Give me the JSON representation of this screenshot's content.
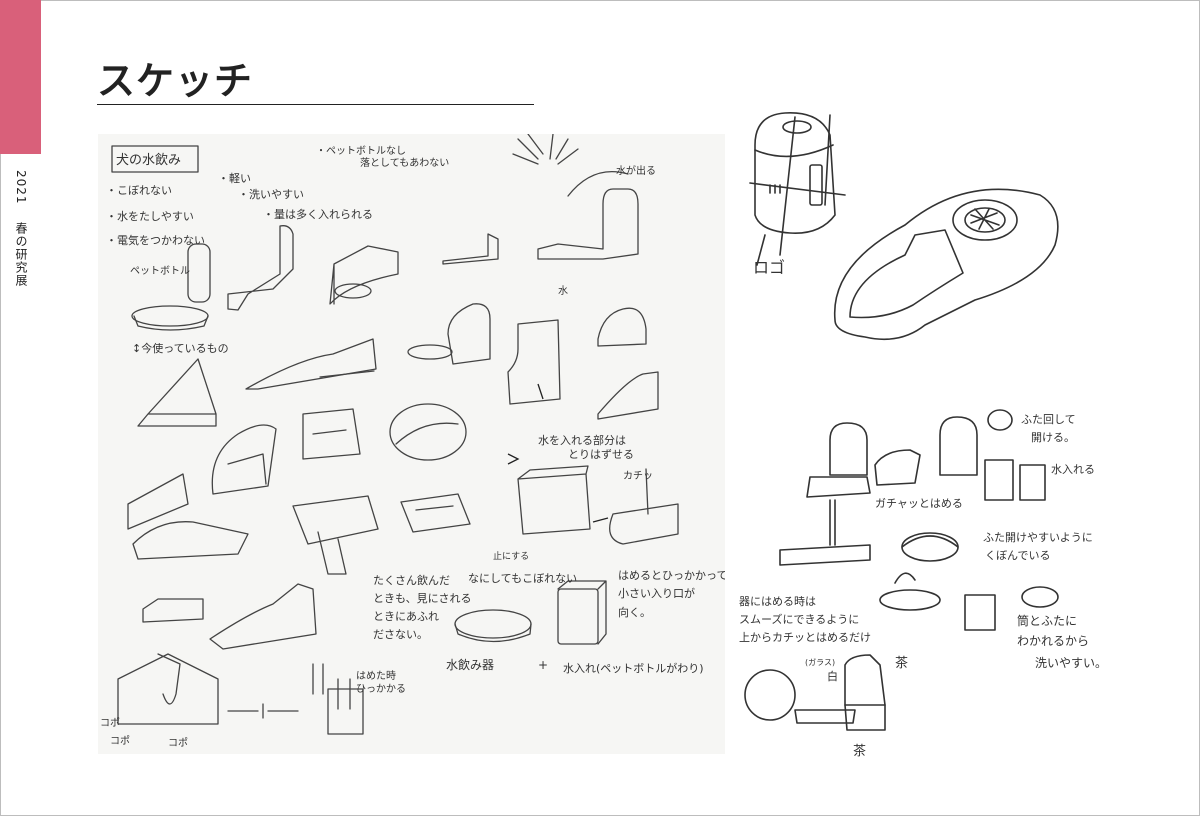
{
  "page": {
    "title": "スケッチ",
    "side_caption": {
      "year": "2021",
      "event": "春の研究展"
    },
    "accent_color": "#d9607a"
  },
  "notes_left": {
    "boxed_heading": "犬の水飲み",
    "requirements": [
      "・こぼれない",
      "・軽い",
      "・洗いやすい",
      "・水をたしやすい",
      "・電気をつかわない",
      "・量は多く入れられる"
    ],
    "top_note_1": "・ペットボトルなし",
    "top_note_2": "落としてもあわない",
    "water_out": "水が出る",
    "water_label": "水",
    "pet_bottle": "ペットボトル",
    "current_use": "↕今使っているもの",
    "water_part_1": "水を入れる部分は",
    "water_part_2": "とりはずせる",
    "click": "カチッ",
    "stopper": "止にする",
    "much_drink_1": "たくさん飲んだ",
    "much_drink_2": "ときも、見にされる",
    "much_drink_3": "ときにあふれ",
    "much_drink_4": "ださない。",
    "no_spill": "なにしてもこぼれない",
    "fit_1": "はめるとひっかかって",
    "fit_2": "小さい入り口が",
    "fit_3": "向く。",
    "fit_time_1": "はめた時",
    "fit_time_2": "ひっかかる",
    "bowl": "水飲み器",
    "plus": "+",
    "container": "水入れ(ペットボトルがわり)",
    "splash_1": "コポ",
    "splash_2": "コポ",
    "splash_3": "コポ"
  },
  "notes_right": {
    "logo": "ロゴ",
    "lid_1": "ふた回して",
    "lid_2": "開ける。",
    "pour": "水入れる",
    "snap": "ガチャッとはめる",
    "lid_indent_1": "ふた開けやすいように",
    "lid_indent_2": "くぼんでいる",
    "smooth_1": "器にはめる時は",
    "smooth_2": "スムーズにできるように",
    "smooth_3": "上からカチッとはめるだけ",
    "wash_1": "筒とふたに",
    "wash_2": "わかれるから",
    "wash_3": "洗いやすい。",
    "color_1": "茶",
    "color_2": "白",
    "color_3": "茶",
    "glass": "(ガラス)"
  }
}
